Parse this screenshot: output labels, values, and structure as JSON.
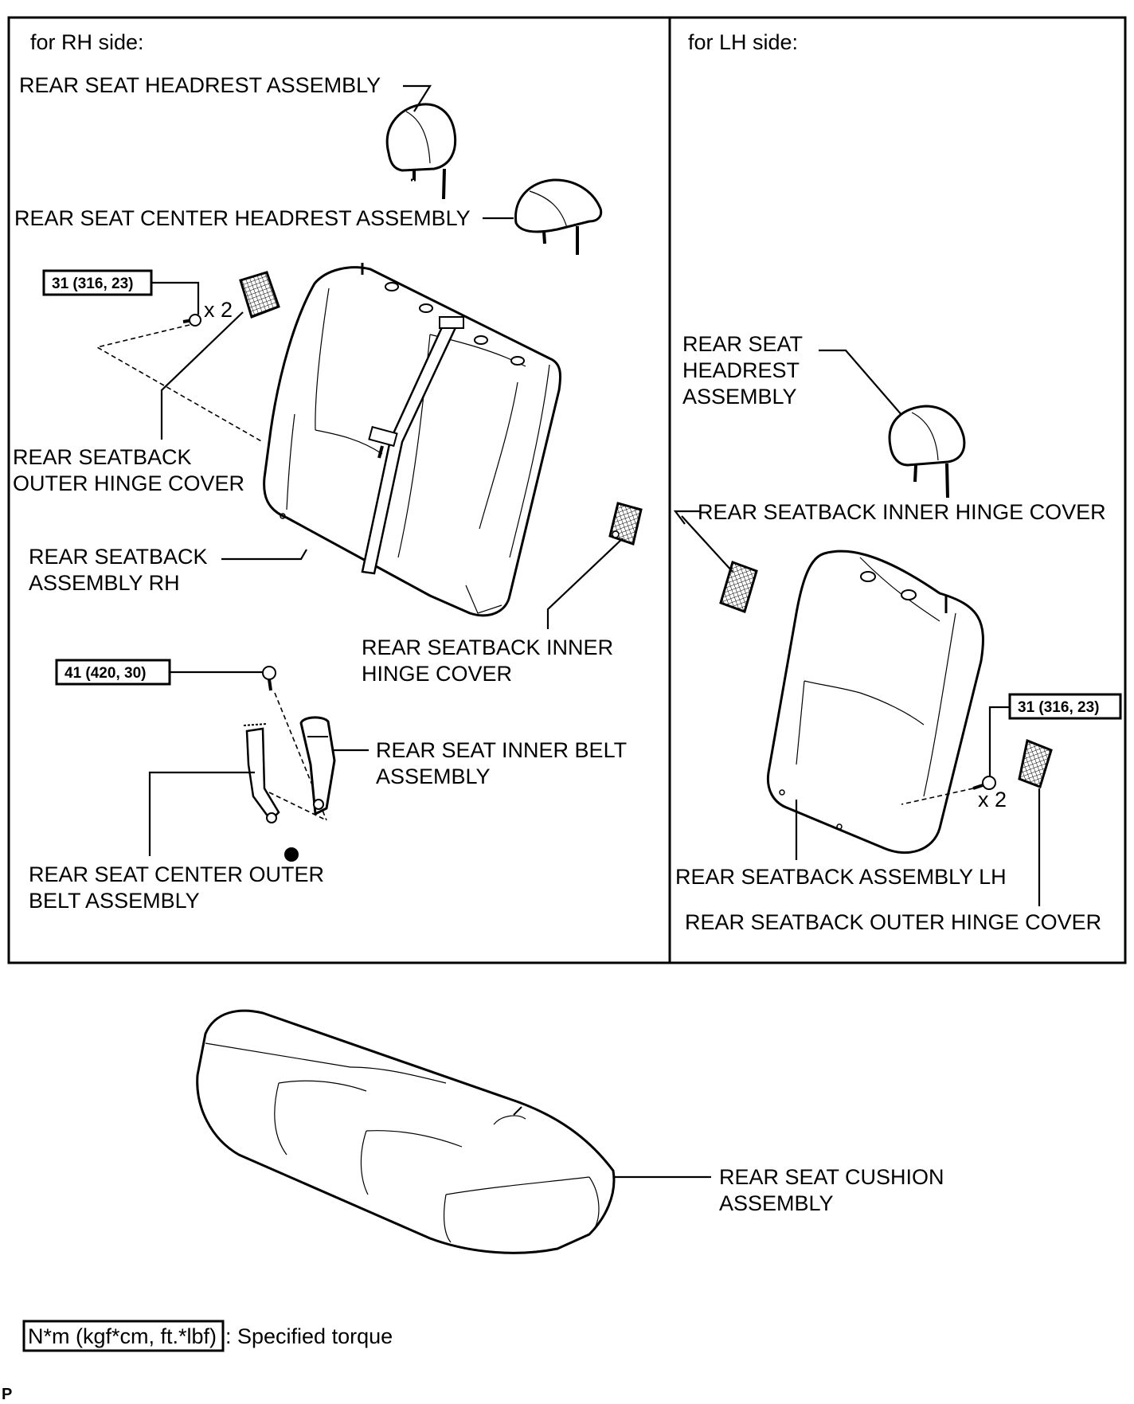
{
  "panels": {
    "rh_title": "for RH side:",
    "lh_title": "for LH side:"
  },
  "rh": {
    "headrest": "REAR SEAT HEADREST ASSEMBLY",
    "center_headrest": "REAR SEAT CENTER HEADREST ASSEMBLY",
    "torque_1": "31 (316, 23)",
    "qty_1": "x 2",
    "outer_hinge_cover": [
      "REAR SEATBACK",
      "OUTER HINGE COVER"
    ],
    "seatback": [
      "REAR SEATBACK",
      "ASSEMBLY RH"
    ],
    "inner_hinge_cover": [
      "REAR SEATBACK INNER",
      "HINGE COVER"
    ],
    "torque_2": "41 (420, 30)",
    "inner_belt": [
      "REAR SEAT INNER BELT",
      "ASSEMBLY"
    ],
    "center_outer_belt": [
      "REAR SEAT CENTER OUTER",
      "BELT ASSEMBLY"
    ]
  },
  "lh": {
    "headrest": [
      "REAR SEAT",
      "HEADREST",
      "ASSEMBLY"
    ],
    "inner_hinge_cover": "REAR SEATBACK INNER HINGE COVER",
    "torque": "31 (316, 23)",
    "qty": "x 2",
    "seatback": "REAR SEATBACK ASSEMBLY LH",
    "outer_hinge_cover": "REAR SEATBACK OUTER HINGE COVER"
  },
  "cushion": [
    "REAR SEAT CUSHION",
    "ASSEMBLY"
  ],
  "legend": {
    "box": "N*m (kgf*cm, ft.*lbf)",
    "text": ": Specified torque"
  },
  "footer_mark": "P"
}
